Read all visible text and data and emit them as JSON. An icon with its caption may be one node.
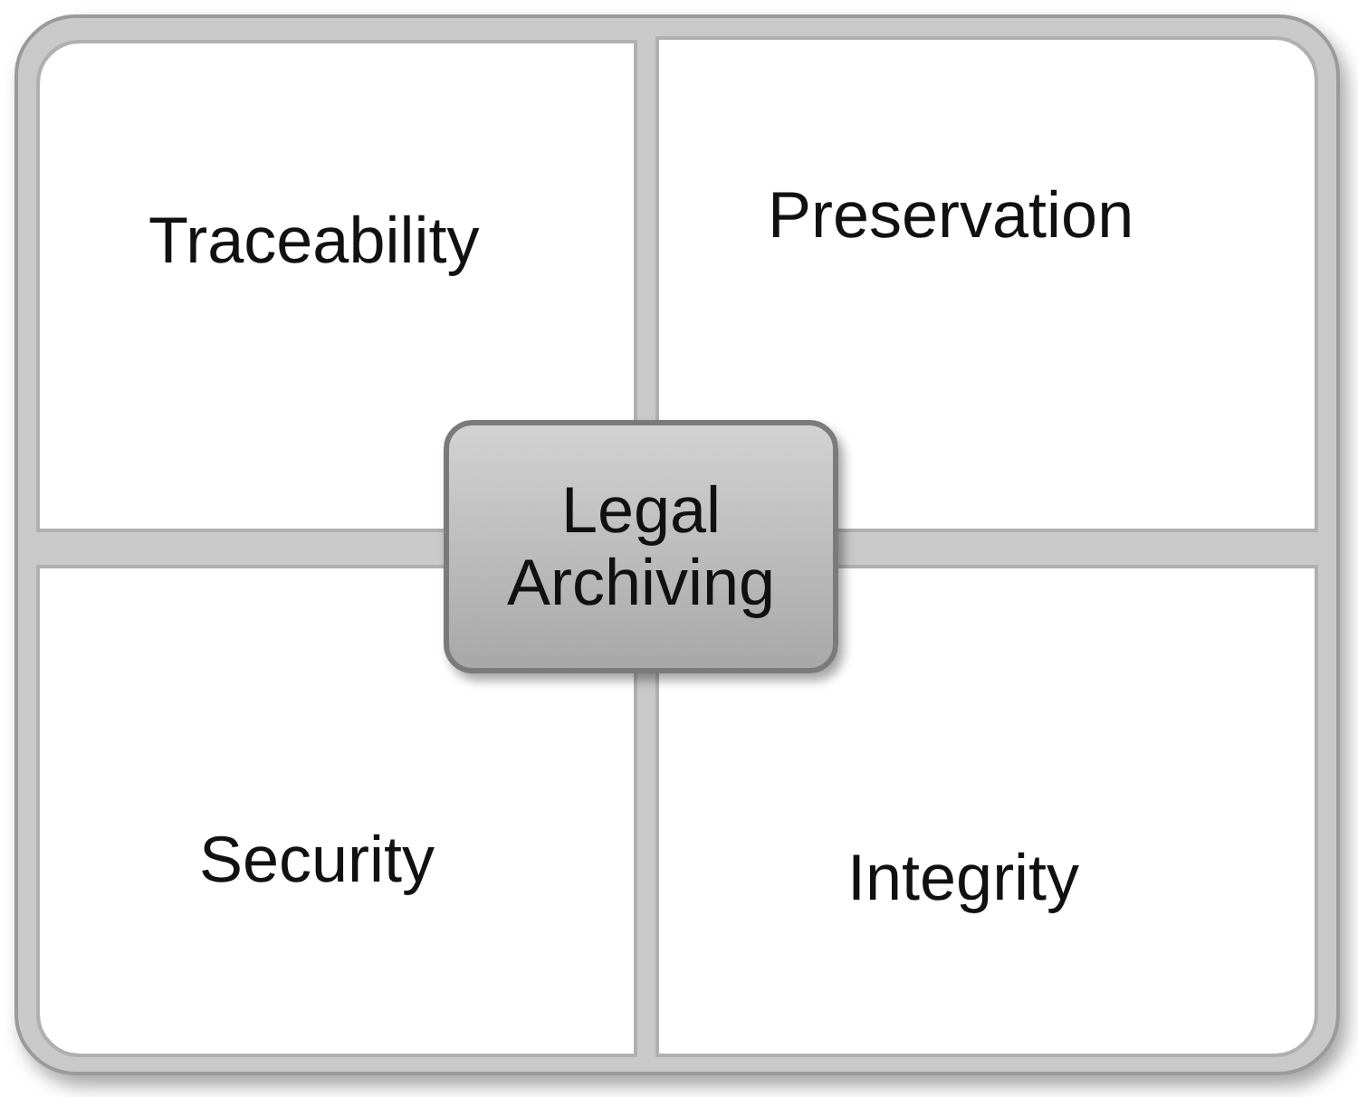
{
  "diagram": {
    "nodes": [
      {
        "text": [
          "Traceability"
        ]
      },
      {
        "text": [
          "Preservation"
        ]
      },
      {
        "text": [
          "Legal Archiving"
        ]
      },
      {
        "text": [
          "Security"
        ]
      },
      {
        "text": [
          "Integrity"
        ]
      }
    ]
  }
}
